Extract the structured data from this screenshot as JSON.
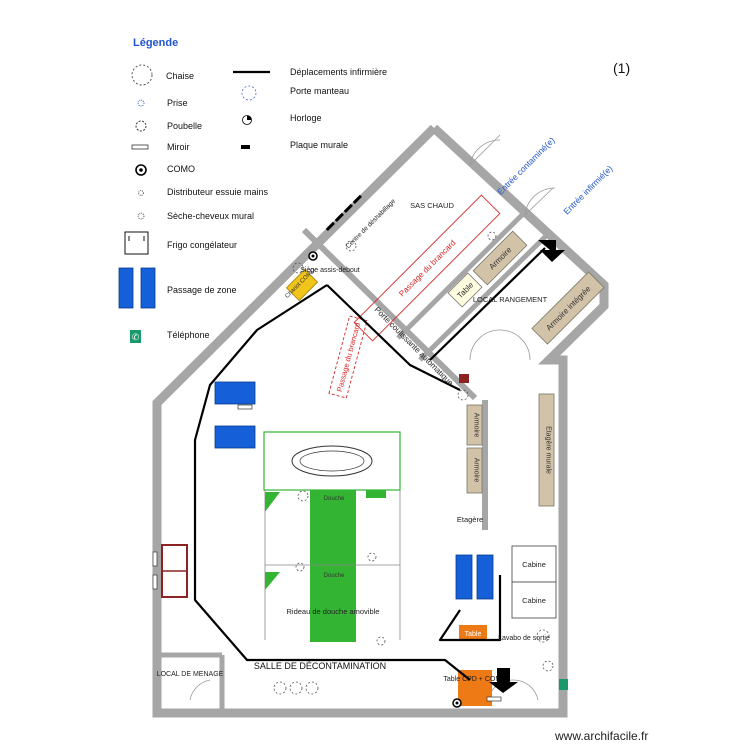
{
  "page_number": "(1)",
  "watermark": "www.archifacile.fr",
  "legend": {
    "title": "Légende",
    "items": {
      "chaise": "Chaise",
      "prise": "Prise",
      "poubelle": "Poubelle",
      "miroir": "Miroir",
      "como": "COMO",
      "distributeur": "Distributeur essuie mains",
      "seche": "Sèche-cheveux mural",
      "frigo": "Frigo congélateur",
      "passage_zone": "Passage de zone",
      "telephone": "Téléphone",
      "deplacements": "Déplacements infirmière",
      "porte_manteau": "Porte manteau",
      "horloge": "Horloge",
      "plaque": "Plaque murale"
    }
  },
  "rooms": {
    "entree_contaminee": "Entrée contaminé(e)",
    "entree_infirmiere": "Entrée infirmié(e)",
    "sas_chaud": "SAS CHAUD",
    "centre_deshabillage": "Centre de déshabillage",
    "armoire_top": "Armoire",
    "table_small": "Table",
    "local_rangement": "LOCAL RANGEMENT",
    "armoire_integree": "Armoire intégrée",
    "passage_brancard_1": "Passage du brancard",
    "passage_brancard_2": "Passage du brancard",
    "porte_coulissante": "Porte coulissante automatique",
    "chariot_como": "Chariot COMO",
    "siege": "Siège assis-debout",
    "armoire_1": "Armoire",
    "armoire_2": "Armoire",
    "etagere_murale": "Etagère murale",
    "etagere": "Etagère",
    "douche_1": "Douche",
    "douche_2": "Douche",
    "rideau": "Rideau de douche amovible",
    "cabine_1": "Cabine",
    "cabine_2": "Cabine",
    "table_orange": "Table",
    "lavabo": "Lavabo de sortie",
    "table_cpd": "Table CPD + COMO",
    "local_menage": "LOCAL DE MENAGE",
    "salle_deconta": "SALLE DE DÉCONTAMINATION"
  },
  "colors": {
    "wall": "#a6a6a6",
    "zone_blue": "#1560d8",
    "shower_green": "#33b533",
    "cabinet_tan": "#d2c2a8",
    "table_orange": "#ee7a16",
    "yellow": "#f0c419",
    "stretcher_red": "#d62828",
    "phone_green": "#1a9a6a",
    "legend_blue": "#2255cc",
    "dark_red": "#8b2323"
  }
}
